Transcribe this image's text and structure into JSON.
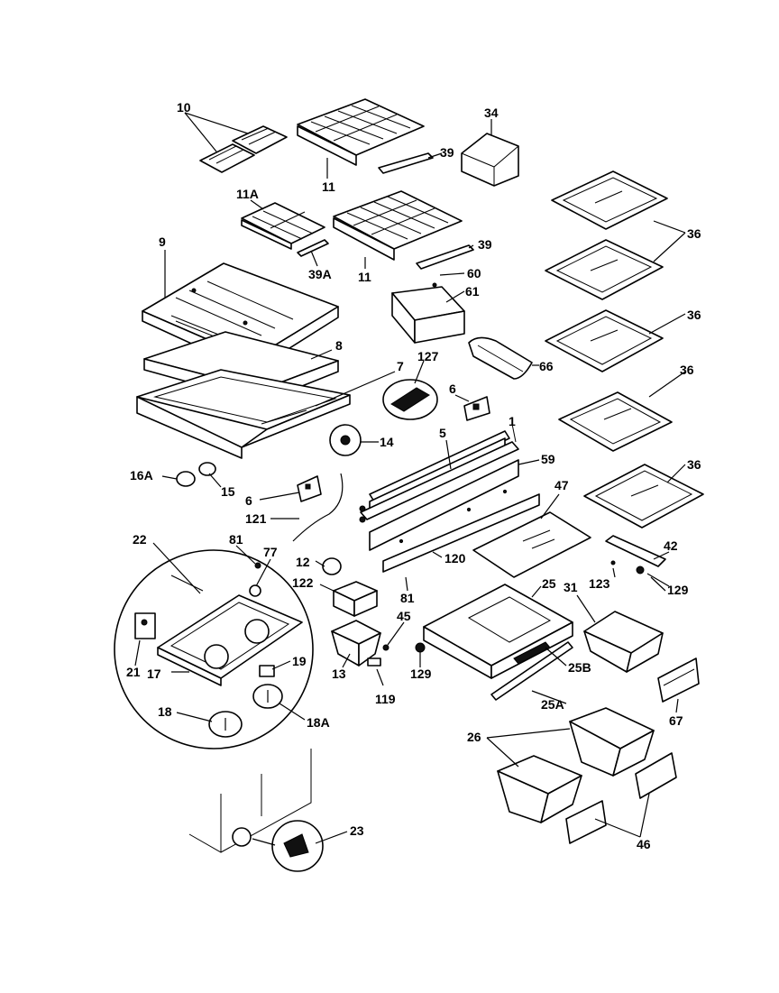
{
  "labels": {
    "l10": "10",
    "l11a": "11",
    "l11b": "11",
    "l11A": "11A",
    "l39a": "39",
    "l39b": "39",
    "l39A": "39A",
    "l34": "34",
    "l9": "9",
    "l8": "8",
    "l7": "7",
    "l127": "127",
    "l14": "14",
    "l60": "60",
    "l61": "61",
    "l66": "66",
    "l6a": "6",
    "l6b": "6",
    "l5": "5",
    "l1": "1",
    "l59": "59",
    "l16A": "16A",
    "l15": "15",
    "l121": "121",
    "l120": "120",
    "l47": "47",
    "l42": "42",
    "l123": "123",
    "l129a": "129",
    "l36a": "36",
    "l36b": "36",
    "l36c": "36",
    "l36d": "36",
    "l22": "22",
    "l81a": "81",
    "l77": "77",
    "l12": "12",
    "l122": "122",
    "l81b": "81",
    "l45": "45",
    "l25": "25",
    "l31": "31",
    "l129b": "129",
    "l21": "21",
    "l17": "17",
    "l19": "19",
    "l13": "13",
    "l119": "119",
    "l129c": "129",
    "l25B": "25B",
    "l25A": "25A",
    "l67": "67",
    "l18": "18",
    "l18A": "18A",
    "l26": "26",
    "l46": "46",
    "l23": "23"
  }
}
